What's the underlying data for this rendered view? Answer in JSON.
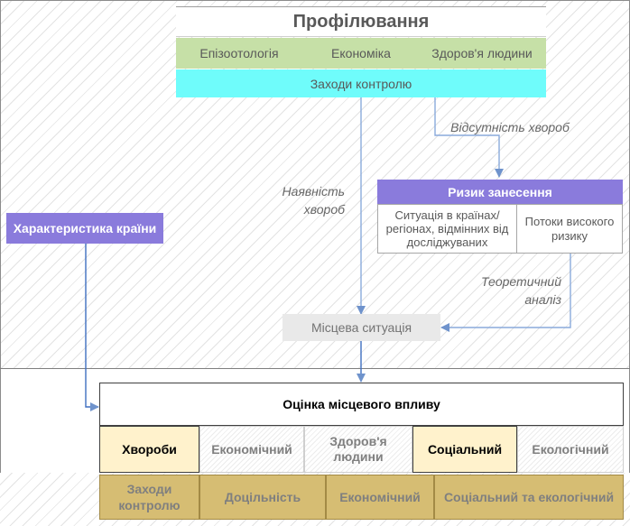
{
  "profiling": {
    "title": "Профілювання",
    "areas": [
      "Епізоотологія",
      "Економіка",
      "Здоров'я людини"
    ],
    "control": "Заходи контролю"
  },
  "labels": {
    "absence": "Відсутність хвороб",
    "presence_1": "Наявність",
    "presence_2": "хвороб",
    "theory_1": "Теоретичний",
    "theory_2": "аналіз"
  },
  "risk": {
    "title": "Ризик занесення",
    "situation_1": "Ситуація в країнах/",
    "situation_2": "регіонах, відмінних від",
    "situation_3": "досліджуваних",
    "flows_1": "Потоки високого",
    "flows_2": "ризику"
  },
  "country": {
    "title": "Характеристика країни"
  },
  "local": {
    "title": "Місцева ситуація"
  },
  "impact": {
    "title": "Оцінка місцевого впливу",
    "diseases": "Хвороби",
    "economic": "Економічний",
    "health_1": "Здоров'я",
    "health_2": "людини",
    "social": "Соціальний",
    "ecological": "Екологічний"
  },
  "bottom": {
    "control_1": "Заходи",
    "control_2": "контролю",
    "feasibility": "Доцільність",
    "economic": "Економічний",
    "social_eco": "Соціальний та екологічний"
  },
  "colors": {
    "accent_purple": "#8a7bdc",
    "green": "#c6e0a7",
    "cyan": "#6ffcfb",
    "khaki": "#d6bd73",
    "cream": "#fff2cc"
  }
}
